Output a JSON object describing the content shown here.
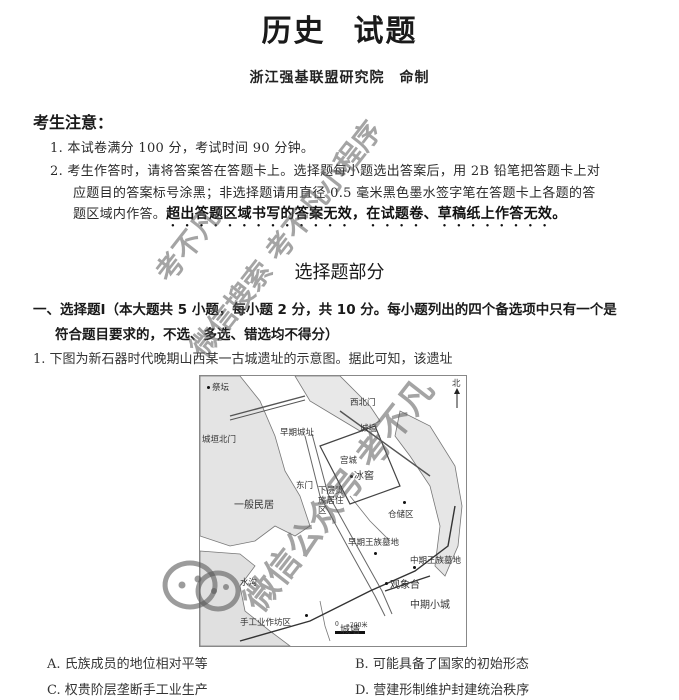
{
  "header": {
    "title_part1": "历史",
    "title_part2": "试题",
    "organization": "浙江强基联盟研究院　命制"
  },
  "notice": {
    "heading": "考生注意：",
    "items": [
      "1. 本试卷满分 100 分，考试时间 90 分钟。",
      "2. 考生作答时，请将答案答在答题卡上。选择题每小题选出答案后，用 2B 铅笔把答题卡上对",
      "应题目的答案标号涂黑；非选择题请用直径 0.5 毫米黑色墨水签字笔在答题卡上各题的答",
      "题区域内作答。"
    ],
    "emphasis": "超出答题区域书写的答案无效，在试题卷、草稿纸上作答无效。"
  },
  "section": {
    "title": "选择题部分",
    "part_heading_line1": "一、选择题Ⅰ（本大题共 5 小题，每小题 2 分，共 10 分。每小题列出的四个备选项中只有一个是",
    "part_heading_line2": "符合题目要求的，不选、多选、错选均不得分）"
  },
  "question1": {
    "stem": "1. 下图为新石器时代晚期山西某一古城遗址的示意图。据此可知，该遗址",
    "map": {
      "north_label": "北",
      "labels": {
        "altar": "祭坛",
        "north_gate": "城垣北门",
        "early_city": "早期城址",
        "northwest_gate": "西北门",
        "wall_top": "城墙",
        "palace": "宫城",
        "ice_cellar": "冰窖",
        "east_gate": "东门",
        "commoners": "一般民居",
        "lower_nobles": "下层贵族居住区",
        "storage": "仓储区",
        "early_royal_tombs": "早期王族墓地",
        "mid_royal_tombs": "中期王族墓地",
        "observatory": "观象台",
        "mid_small_city": "中期小城",
        "ditch": "水沟",
        "workshop": "手工业作坊区",
        "city_wall": "城墙",
        "scale_zero": "0",
        "scale_label": "200米"
      }
    },
    "options": {
      "A": "A. 氏族成员的地位相对平等",
      "B": "B. 可能具备了国家的初始形态",
      "C": "C. 权贵阶层垄断手工业生产",
      "D": "D. 营建形制维护封建统治秩序"
    }
  },
  "watermarks": {
    "w1": "考不凡",
    "w2": "微信搜索 考不凡小程序",
    "w3": "微信公众号 考不凡"
  }
}
